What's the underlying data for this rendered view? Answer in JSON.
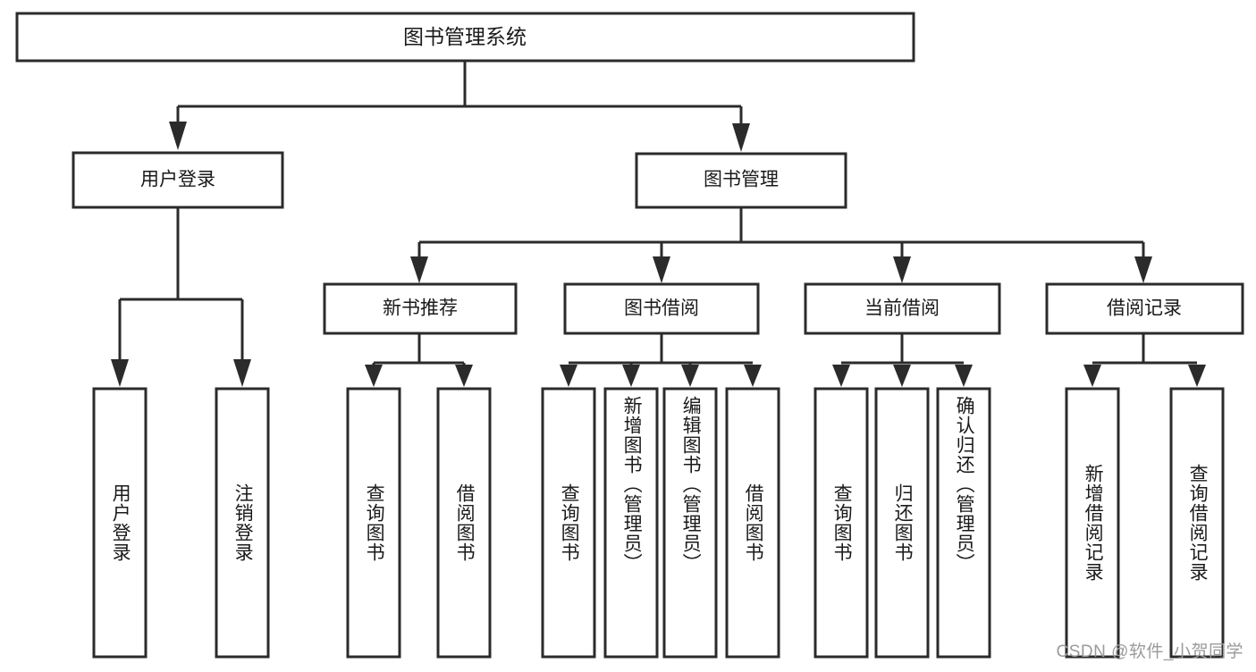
{
  "diagram": {
    "title": "图书管理系统",
    "type": "tree-hierarchy-diagram",
    "colors": {
      "box_stroke": "#2b2b2b",
      "box_fill": "#ffffff",
      "text": "#1a1a1a",
      "background": "#ffffff",
      "watermark": "#9a9a9a"
    },
    "root": {
      "label": "图书管理系统"
    },
    "level2": [
      {
        "label": "用户登录"
      },
      {
        "label": "图书管理"
      }
    ],
    "level3": [
      {
        "label": "新书推荐"
      },
      {
        "label": "图书借阅"
      },
      {
        "label": "当前借阅"
      },
      {
        "label": "借阅记录"
      }
    ],
    "leaves": {
      "user_login": [
        {
          "label": "用户登录"
        },
        {
          "label": "注销登录"
        }
      ],
      "new_book_recommend": [
        {
          "label": "查询图书"
        },
        {
          "label": "借阅图书"
        }
      ],
      "book_borrow": [
        {
          "label": "查询图书"
        },
        {
          "label": "新增图书（管理员）"
        },
        {
          "label": "编辑图书（管理员）"
        },
        {
          "label": "借阅图书"
        }
      ],
      "current_borrow": [
        {
          "label": "查询图书"
        },
        {
          "label": "归还图书"
        },
        {
          "label": "确认归还（管理员）"
        }
      ],
      "borrow_record": [
        {
          "label": "新增借阅记录"
        },
        {
          "label": "查询借阅记录"
        }
      ]
    }
  },
  "watermark": {
    "text": "CSDN @软件_小贺同学"
  }
}
